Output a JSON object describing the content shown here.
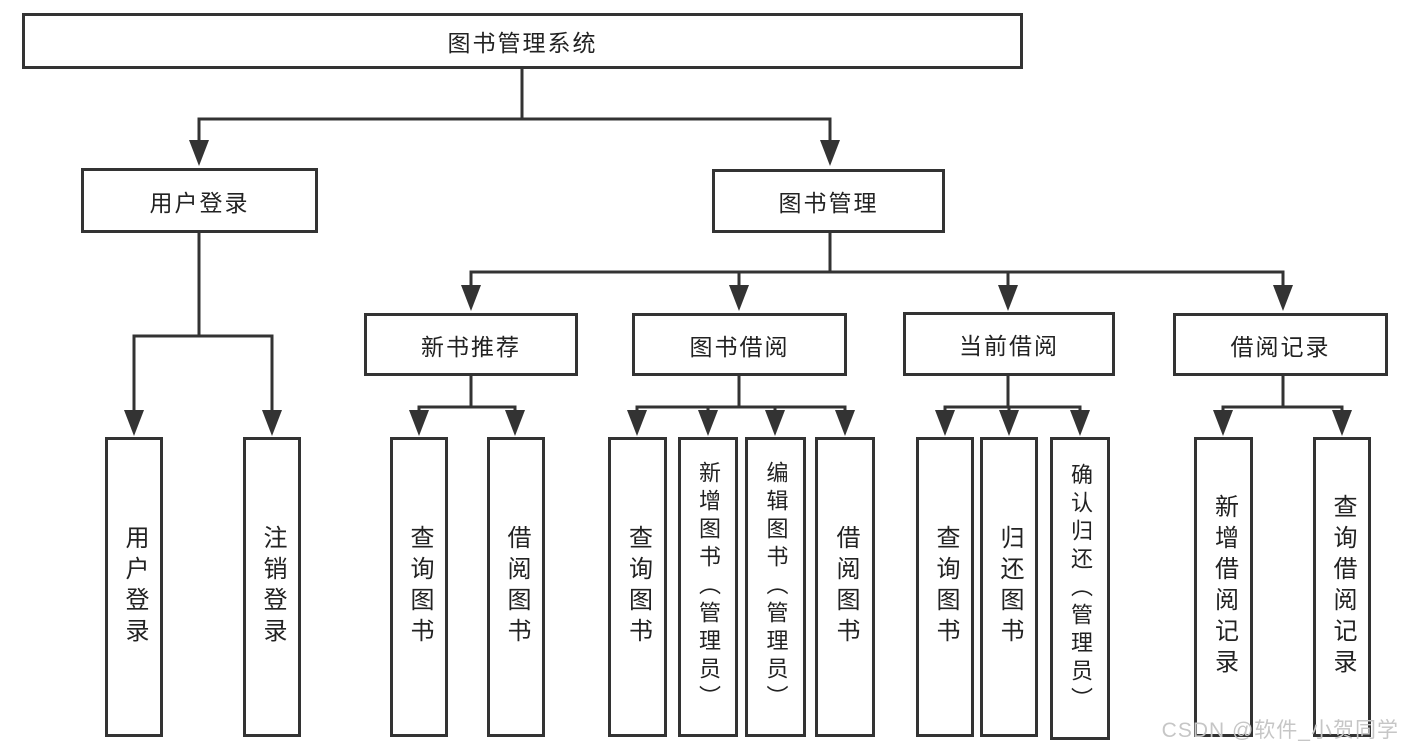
{
  "colors": {
    "line": "#333333",
    "text": "#222222",
    "watermark": "#c6c6c6",
    "background": "#ffffff"
  },
  "watermark": "CSDN @软件_小贺同学",
  "tree": {
    "root": {
      "label": "图书管理系统"
    },
    "children": [
      {
        "label": "用户登录",
        "children": [
          {
            "label": "用户登录"
          },
          {
            "label": "注销登录"
          }
        ]
      },
      {
        "label": "图书管理",
        "children": [
          {
            "label": "新书推荐",
            "children": [
              {
                "label": "查询图书"
              },
              {
                "label": "借阅图书"
              }
            ]
          },
          {
            "label": "图书借阅",
            "children": [
              {
                "label": "查询图书"
              },
              {
                "label": "新增图书（管理员）"
              },
              {
                "label": "编辑图书（管理员）"
              },
              {
                "label": "借阅图书"
              }
            ]
          },
          {
            "label": "当前借阅",
            "children": [
              {
                "label": "查询图书"
              },
              {
                "label": "归还图书"
              },
              {
                "label": "确认归还（管理员）"
              }
            ]
          },
          {
            "label": "借阅记录",
            "children": [
              {
                "label": "新增借阅记录"
              },
              {
                "label": "查询借阅记录"
              }
            ]
          }
        ]
      }
    ]
  }
}
